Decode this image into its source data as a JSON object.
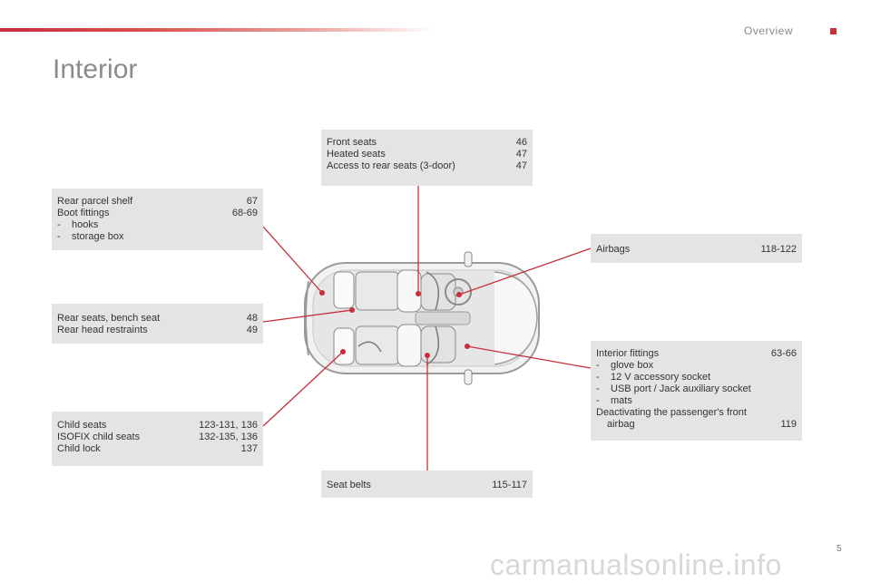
{
  "header": {
    "section": "Overview"
  },
  "title": "Interior",
  "boxes": {
    "front_seats": [
      {
        "label": "Front seats",
        "page": "46"
      },
      {
        "label": "Heated seats",
        "page": "47"
      },
      {
        "label": "Access to rear seats (3-door)",
        "page": "47"
      }
    ],
    "rear_parcel": {
      "rows": [
        {
          "label": "Rear parcel shelf",
          "page": "67"
        },
        {
          "label": "Boot fittings",
          "page": "68-69"
        }
      ],
      "sub": [
        "hooks",
        "storage box"
      ]
    },
    "airbags": [
      {
        "label": "Airbags",
        "page": "118-122"
      }
    ],
    "rear_seats": [
      {
        "label": "Rear seats, bench seat",
        "page": "48"
      },
      {
        "label": "Rear head restraints",
        "page": "49"
      }
    ],
    "interior_fittings": {
      "rows": [
        {
          "label": "Interior fittings",
          "page": "63-66"
        }
      ],
      "sub": [
        "glove box",
        "12 V accessory socket",
        "USB port / Jack auxiliary socket",
        "mats"
      ],
      "deact_line1": "Deactivating the passenger's front",
      "deact_line2": "airbag",
      "deact_page": "119"
    },
    "child_seats": [
      {
        "label": "Child seats",
        "page": "123-131, 136"
      },
      {
        "label": "ISOFIX child seats",
        "page": "132-135, 136"
      },
      {
        "label": "Child lock",
        "page": "137"
      }
    ],
    "seat_belts": [
      {
        "label": "Seat belts",
        "page": "115-117"
      }
    ]
  },
  "dash": "-",
  "footer": {
    "watermark": "carmanualsonline.info",
    "page_number": "5"
  },
  "colors": {
    "accent": "#c62f3c",
    "box_bg": "#e4e4e4",
    "title": "#8c8c8c"
  }
}
